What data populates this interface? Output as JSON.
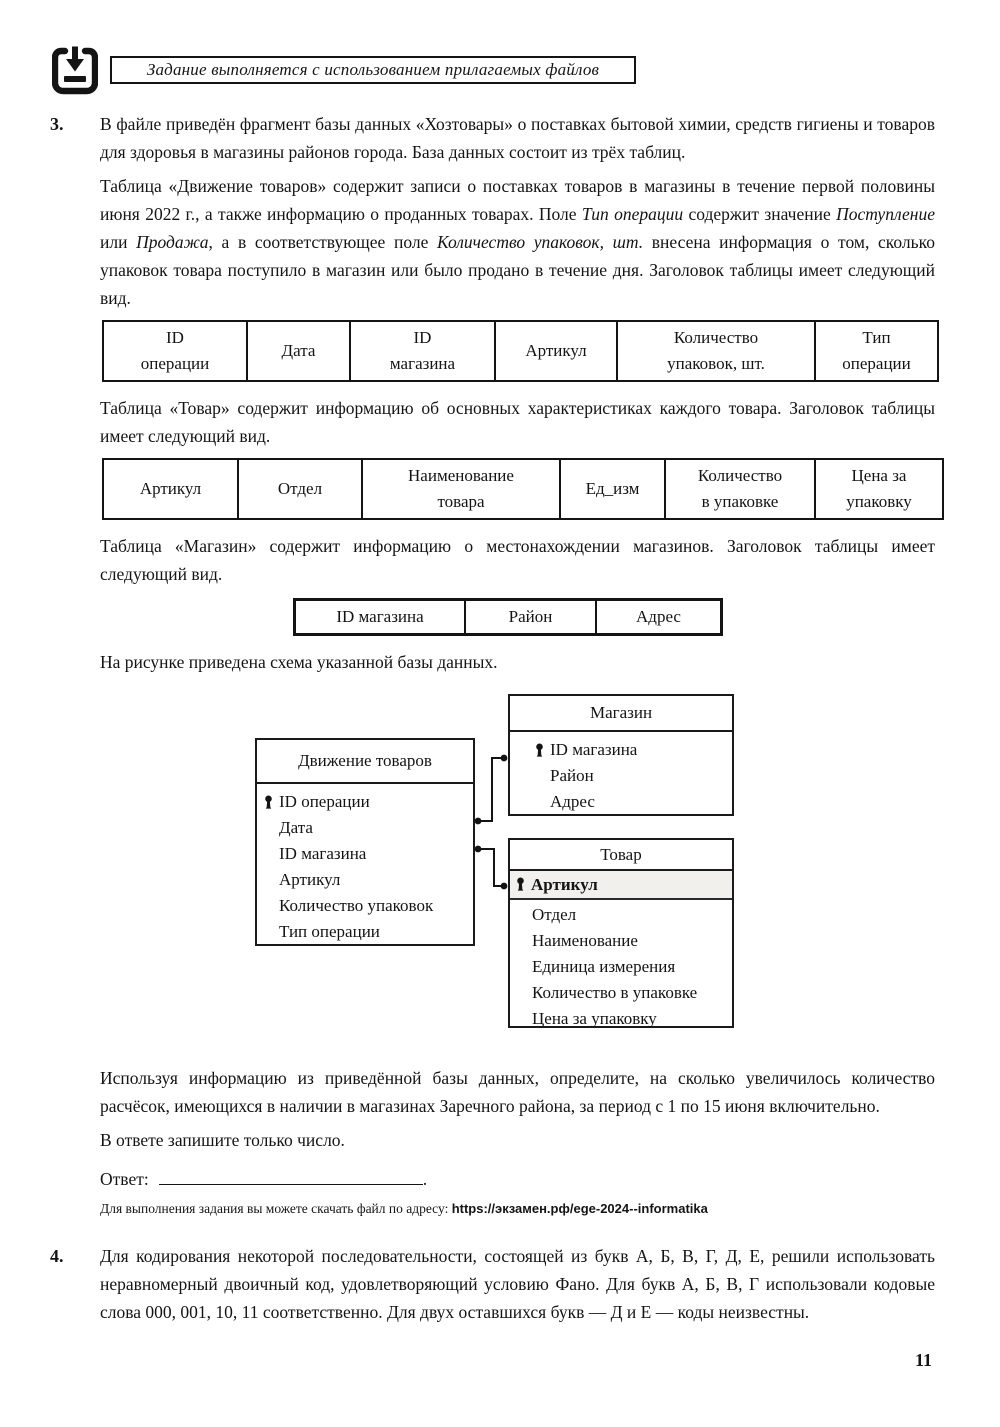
{
  "icons": {
    "file_notice": "download-file-icon",
    "primary_key": "key-icon"
  },
  "file_notice": {
    "label": "Задание выполняется с использованием прилагаемых файлов"
  },
  "task3": {
    "number": "3.",
    "intro": "В файле приведён фрагмент базы данных «Хозтовары» о поставках бытовой химии, средств гигиены и товаров для здоровья в магазины районов города. База данных состоит из трёх таблиц.",
    "movement_intro": {
      "p1": "Таблица «Движение товаров» содержит записи о поставках товаров в магазины в течение первой половины июня 2022 г., а также информацию о проданных товарах. Поле ",
      "i1": "Тип операции",
      "p2": " содержит значение ",
      "i2": "Поступление",
      "p3": " или ",
      "i3": "Продажа",
      "p4": ", а в соответствующее поле ",
      "i4": "Количество упаковок, шт.",
      "p5": " внесена информация о том, сколько упаковок товара поступило в магазин или было продано в течение дня. Заголовок таблицы имеет следующий вид."
    },
    "movement_table": {
      "headers": [
        "ID\nоперации",
        "Дата",
        "ID\nмагазина",
        "Артикул",
        "Количество\nупаковок, шт.",
        "Тип\nоперации"
      ]
    },
    "product_intro": "Таблица «Товар» содержит информацию об основных характеристиках каждого товара. Заголовок таблицы имеет следующий вид.",
    "product_table": {
      "headers": [
        "Артикул",
        "Отдел",
        "Наименование\nтовара",
        "Ед_изм",
        "Количество\nв упаковке",
        "Цена за\nупаковку"
      ]
    },
    "store_intro": "Таблица «Магазин» содержит информацию о местонахождении магазинов. Заголовок таблицы имеет следующий вид.",
    "store_table": {
      "headers": [
        "ID магазина",
        "Район",
        "Адрес"
      ]
    },
    "schema_caption": "На рисунке приведена схема указанной базы данных.",
    "schema": {
      "movement": {
        "title": "Движение товаров",
        "fields": [
          "ID операции",
          "Дата",
          "ID магазина",
          "Артикул",
          "Количество упаковок",
          "Тип операции"
        ]
      },
      "store": {
        "title": "Магазин",
        "fields": [
          "ID магазина",
          "Район",
          "Адрес"
        ]
      },
      "product": {
        "title": "Товар",
        "fields": [
          "Артикул",
          "Отдел",
          "Наименование",
          "Единица измерения",
          "Количество в упаковке",
          "Цена за упаковку"
        ]
      }
    },
    "question": "Используя информацию из приведённой базы данных, определите, на сколько увеличилось количество расчёсок, имеющихся в наличии в магазинах Заречного района, за период с 1 по 15 июня включительно.",
    "answer_note": "В ответе запишите только число.",
    "answer_label": "Ответ:",
    "answer_period": ".",
    "download_note": "Для выполнения задания вы можете скачать файл по адресу: ",
    "download_url": "https://экзамен.рф/ege-2024--informatika"
  },
  "task4": {
    "number": "4.",
    "text": "Для кодирования некоторой последовательности, состоящей из букв А, Б, В, Г, Д, Е, решили использовать неравномерный двоичный код, удовлетворяющий условию Фано. Для букв А, Б, В, Г использовали кодовые слова 000, 001, 10, 11 соответственно. Для двух оставшихся букв — Д и Е — коды неизвестны."
  },
  "page_number": "11"
}
